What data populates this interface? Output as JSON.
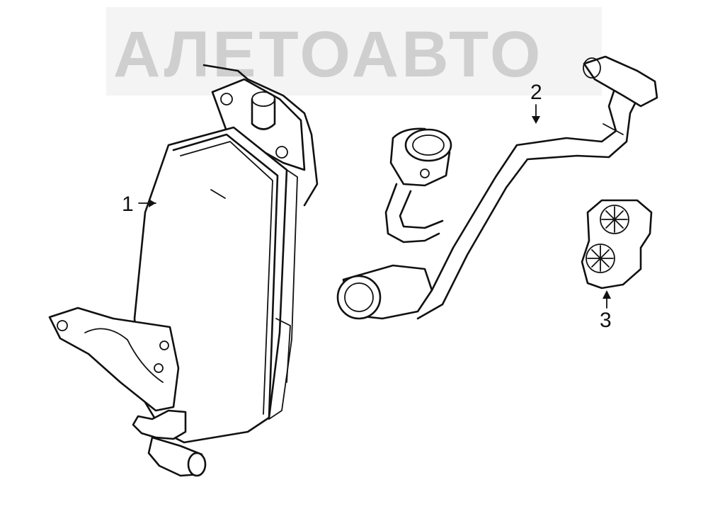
{
  "watermark": {
    "text": "АЛЕТОАВТО"
  },
  "callouts": [
    {
      "number": "1"
    },
    {
      "number": "2"
    },
    {
      "number": "3"
    }
  ]
}
